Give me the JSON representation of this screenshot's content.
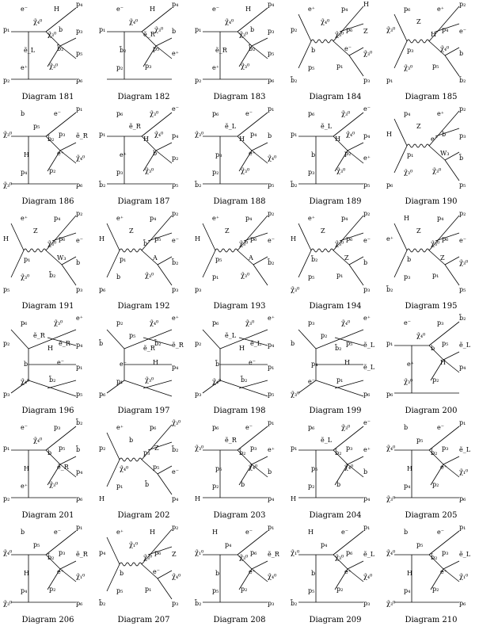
{
  "diagrams": [
    {
      "caption": "Diagram 181",
      "labels": [
        "p₄",
        "H",
        "p₁",
        "e⁻",
        "χ̃₄⁰",
        "χ̃₃⁰",
        "b",
        "p₃",
        "b̃₂",
        "p₅",
        "ẽ_L",
        "e⁺",
        "χ̃₃⁰",
        "p₂",
        "p₆"
      ]
    },
    {
      "caption": "Diagram 182",
      "labels": [
        "p₄",
        "H",
        "p₁",
        "e⁻",
        "χ̃₄⁰",
        "ẽ_R",
        "χ̃₃⁰",
        "b",
        "p₅",
        "e⁺",
        "b̃₂",
        "p₂",
        "p₃"
      ]
    },
    {
      "caption": "Diagram 183",
      "labels": [
        "p₄",
        "H",
        "p₁",
        "e⁻",
        "χ̃₄⁰",
        "χ̃₃⁰",
        "b",
        "p₃",
        "b̃₂",
        "p₅",
        "ẽ_R",
        "e⁺",
        "χ̃₃⁰",
        "p₂",
        "p₆"
      ]
    },
    {
      "caption": "Diagram 184",
      "labels": [
        "H",
        "p₄",
        "p₂",
        "e⁺",
        "χ̃₄⁰",
        "χ̃₃⁰",
        "p₆",
        "Z",
        "e⁻",
        "χ̃₃⁰",
        "b",
        "p₅",
        "p₁",
        "b̃₂",
        "p₃"
      ]
    },
    {
      "caption": "Diagram 185",
      "labels": [
        "p₂",
        "e⁺",
        "χ̃₃⁰",
        "p₆",
        "Z",
        "H",
        "p₄",
        "e⁻",
        "χ̃₄⁰",
        "b",
        "p₃",
        "χ̃₃⁰",
        "p₅",
        "p₁",
        "b̃₂"
      ]
    },
    {
      "caption": "Diagram 186",
      "labels": [
        "p₁",
        "e⁻",
        "χ̃₃⁰",
        "b",
        "p₅",
        "b̃₂",
        "p₃",
        "ẽ_R",
        "e⁺",
        "χ̃₄⁰",
        "H",
        "p₄",
        "p₂",
        "χ̃₃⁰",
        "p₆"
      ]
    },
    {
      "caption": "Diagram 187",
      "labels": [
        "e⁻",
        "χ̃₃⁰",
        "p₁",
        "p₆",
        "ẽ_R",
        "H",
        "χ̃₄⁰",
        "p₄",
        "b",
        "p₂",
        "e⁺",
        "p₃",
        "χ̃₃⁰",
        "b̃₂",
        "p₅"
      ]
    },
    {
      "caption": "Diagram 188",
      "labels": [
        "p₁",
        "e⁻",
        "χ̃₃⁰",
        "p₆",
        "ẽ_L",
        "H",
        "p₄",
        "b",
        "e⁺",
        "χ̃₄⁰",
        "p₃",
        "p₂",
        "χ̃₃⁰",
        "b̃₂",
        "p₅"
      ]
    },
    {
      "caption": "Diagram 189",
      "labels": [
        "e⁻",
        "χ̃₃⁰",
        "p₁",
        "p₆",
        "ẽ_L",
        "H",
        "χ̃₄⁰",
        "p₄",
        "p₂",
        "e⁺",
        "b",
        "p₃",
        "χ̃₃⁰",
        "b̃₂",
        "p₅"
      ]
    },
    {
      "caption": "Diagram 190",
      "labels": [
        "p₂",
        "e⁺",
        "H",
        "p₄",
        "Z",
        "e⁻",
        "b",
        "p₃",
        "W₃",
        "b̃",
        "p₁",
        "χ̃₃⁰",
        "χ̃₃⁰",
        "p₆",
        "p₅"
      ]
    },
    {
      "caption": "Diagram 191",
      "labels": [
        "p₂",
        "p₄",
        "H",
        "e⁺",
        "Z",
        "χ̃₃⁰",
        "p₆",
        "e⁻",
        "W₃",
        "b",
        "p₁",
        "χ̃₃⁰",
        "b̃₂",
        "p₅",
        "p₃"
      ]
    },
    {
      "caption": "Diagram 192",
      "labels": [
        "p₂",
        "p₄",
        "H",
        "e⁺",
        "Z",
        "b̄",
        "p₅",
        "e⁻",
        "A",
        "b̃₂",
        "p₁",
        "b",
        "χ̃₃⁰",
        "p₆",
        "p₃"
      ]
    },
    {
      "caption": "Diagram 193",
      "labels": [
        "p₂",
        "p₄",
        "H",
        "e⁺",
        "Z",
        "χ̃₃⁰",
        "p₆",
        "e⁻",
        "A",
        "b̃₂",
        "p₅",
        "p₁",
        "χ̃₃⁰",
        "p₃"
      ]
    },
    {
      "caption": "Diagram 194",
      "labels": [
        "p₂",
        "p₄",
        "H",
        "e⁺",
        "Z",
        "χ̃₃⁰",
        "p₆",
        "e⁻",
        "Z",
        "b",
        "b̃₂",
        "p₅",
        "p₁",
        "χ̃₃⁰",
        "p₃"
      ]
    },
    {
      "caption": "Diagram 195",
      "labels": [
        "p₂",
        "p₄",
        "e⁺",
        "H",
        "Z",
        "χ̃₃⁰",
        "p₆",
        "e⁻",
        "Z",
        "χ̃₃⁰",
        "b",
        "p₃",
        "p₁",
        "b̃₂",
        "p₅"
      ]
    },
    {
      "caption": "Diagram 196",
      "labels": [
        "e⁺",
        "χ̃₃⁰",
        "p₂",
        "p₆",
        "ẽ_R",
        "H",
        "ẽ_R",
        "p₄",
        "e⁻",
        "p₁",
        "b",
        "χ̃₄⁰",
        "b̃₂",
        "p₃",
        "p₅"
      ]
    },
    {
      "caption": "Diagram 197",
      "labels": [
        "e⁺",
        "χ̃₄⁰",
        "b̄",
        "p₂",
        "p₅",
        "ẽ_R",
        "b̃₂",
        "ẽ_R",
        "H",
        "p₄",
        "e⁻",
        "p₁",
        "χ̃₃⁰",
        "p₆"
      ]
    },
    {
      "caption": "Diagram 198",
      "labels": [
        "e⁺",
        "χ̃₃⁰",
        "p₂",
        "p₆",
        "ẽ_L",
        "H",
        "ẽ_L",
        "p₄",
        "e⁻",
        "p₁",
        "b̄",
        "χ̃₄⁰",
        "b̃₂",
        "p₃",
        "p₅"
      ]
    },
    {
      "caption": "Diagram 199",
      "labels": [
        "e⁺",
        "χ̃₄⁰",
        "b",
        "p₃",
        "p₂",
        "b̃₂",
        "p₅",
        "ẽ_L",
        "H",
        "ẽ_L",
        "p₄",
        "e⁻",
        "p₁",
        "χ̃₃⁰",
        "p₆"
      ]
    },
    {
      "caption": "Diagram 200",
      "labels": [
        "b̃₂",
        "p₃",
        "p₁",
        "e⁻",
        "χ̃₄⁰",
        "b",
        "p₅",
        "ẽ_L",
        "H",
        "p₄",
        "e⁺",
        "χ̃₃⁰",
        "p₂",
        "p₆"
      ]
    },
    {
      "caption": "Diagram 201",
      "labels": [
        "b̃₂",
        "p₃",
        "p₁",
        "e⁻",
        "χ̃₄⁰",
        "b",
        "p₅",
        "b̄",
        "ẽ_R",
        "p₄",
        "H",
        "e⁺",
        "χ̃₃⁰",
        "p₂",
        "p₆"
      ]
    },
    {
      "caption": "Diagram 202",
      "labels": [
        "χ̃₃⁰",
        "p₆",
        "p₂",
        "e⁺",
        "b",
        "p₃",
        "Z",
        "b̃₂",
        "p₅",
        "e⁻",
        "χ̃₄⁰",
        "p₁",
        "b̄",
        "H",
        "p₄"
      ]
    },
    {
      "caption": "Diagram 203",
      "labels": [
        "p₁",
        "e⁻",
        "χ̃₃⁰",
        "p₆",
        "ẽ_R",
        "b̃₂",
        "p₃",
        "e⁺",
        "χ̃₄⁰",
        "b",
        "p₅",
        "p₂",
        "b",
        "H",
        "p₄"
      ]
    },
    {
      "caption": "Diagram 204",
      "labels": [
        "e⁻",
        "χ̃₃⁰",
        "p₁",
        "p₆",
        "ẽ_L",
        "b̃₂",
        "p₃",
        "e⁺",
        "χ̃₄⁰",
        "b",
        "p₅",
        "p₂",
        "b",
        "H",
        "p₄"
      ]
    },
    {
      "caption": "Diagram 205",
      "labels": [
        "p₁",
        "e⁻",
        "χ̃₄⁰",
        "b",
        "p₅",
        "b̃₂",
        "p₃",
        "ẽ_L",
        "e⁺",
        "χ̃₁⁰",
        "H",
        "p₄",
        "p₂",
        "χ̃₃⁰",
        "p₆"
      ]
    },
    {
      "caption": "Diagram 206",
      "labels": [
        "p₁",
        "e⁻",
        "χ̃₄⁰",
        "b",
        "p₅",
        "b̃₂",
        "p₃",
        "ẽ_R",
        "e⁺",
        "χ̃₁⁰",
        "H",
        "p₄",
        "p₂",
        "χ̃₃⁰",
        "p₆"
      ]
    },
    {
      "caption": "Diagram 207",
      "labels": [
        "p₂",
        "H",
        "p₄",
        "e⁺",
        "χ̃₁⁰",
        "χ̃₃⁰",
        "p₆",
        "Z",
        "e⁻",
        "χ̃₄⁰",
        "b",
        "p₅",
        "p₁",
        "b̃₂",
        "p₃"
      ]
    },
    {
      "caption": "Diagram 208",
      "labels": [
        "p₁",
        "e⁻",
        "χ̃₁⁰",
        "H",
        "p₄",
        "χ̃₃⁰",
        "p₆",
        "ẽ_R",
        "e⁺",
        "χ̃₄⁰",
        "b",
        "p₅",
        "p₂",
        "b̃₂",
        "p₃"
      ]
    },
    {
      "caption": "Diagram 209",
      "labels": [
        "p₁",
        "e⁻",
        "χ̃₁⁰",
        "H",
        "p₄",
        "χ̃₃⁰",
        "p₆",
        "ẽ_L",
        "e⁺",
        "χ̃₄⁰",
        "b",
        "p₅",
        "p₂",
        "b̃₂",
        "p₃"
      ]
    },
    {
      "caption": "Diagram 210",
      "labels": [
        "p₁",
        "e⁻",
        "χ̃₄⁰",
        "b",
        "p₅",
        "b̃₂",
        "p₃",
        "ẽ_L",
        "e⁺",
        "χ̃₁⁰",
        "H",
        "p₄",
        "p₂",
        "χ̃₃⁰",
        "p₆"
      ]
    }
  ]
}
